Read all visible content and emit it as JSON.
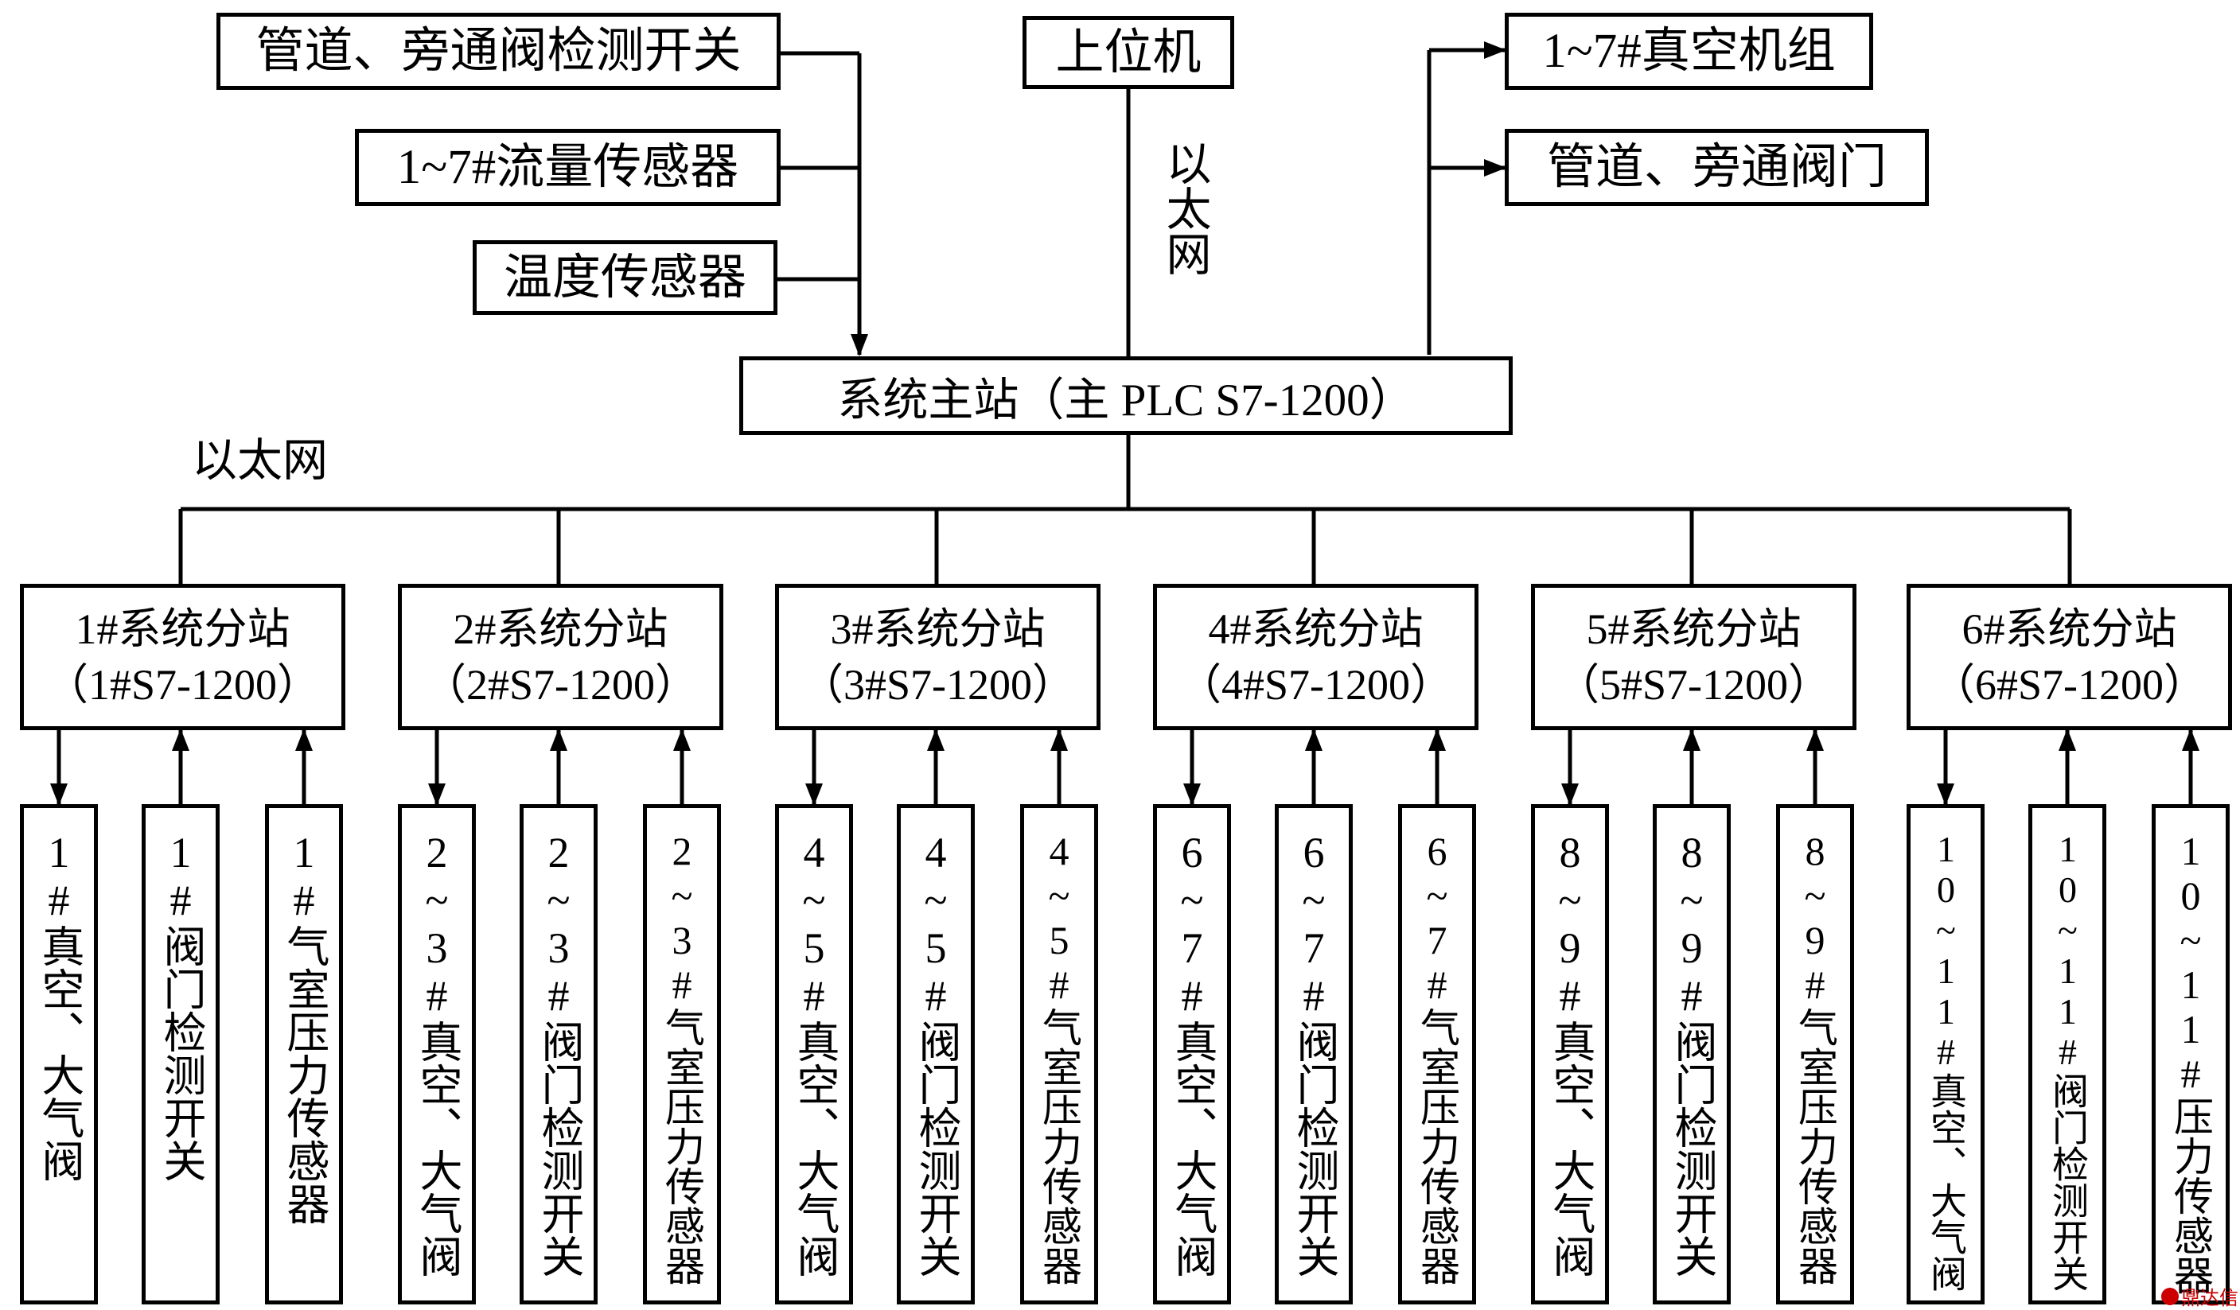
{
  "top": {
    "inputs": [
      "管道、旁通阀检测开关",
      "1~7#流量传感器",
      "温度传感器"
    ],
    "host": "上位机",
    "host_link": "以太网",
    "outputs": [
      "1~7#真空机组",
      "管道、旁通阀门"
    ]
  },
  "master": {
    "label": "系统主站（主 PLC S7-1200）"
  },
  "bus_label": "以太网",
  "stations": [
    {
      "name": "1#系统分站",
      "plc": "（1#S7-1200）",
      "devices": [
        "1#真空、大气阀",
        "1#阀门检测开关",
        "1#气室压力传感器"
      ]
    },
    {
      "name": "2#系统分站",
      "plc": "（2#S7-1200）",
      "devices": [
        "2~3#真空、大气阀",
        "2~3#阀门检测开关",
        "2~3#气室压力传感器"
      ]
    },
    {
      "name": "3#系统分站",
      "plc": "（3#S7-1200）",
      "devices": [
        "4~5#真空、大气阀",
        "4~5#阀门检测开关",
        "4~5#气室压力传感器"
      ]
    },
    {
      "name": "4#系统分站",
      "plc": "（4#S7-1200）",
      "devices": [
        "6~7#真空、大气阀",
        "6~7#阀门检测开关",
        "6~7#气室压力传感器"
      ]
    },
    {
      "name": "5#系统分站",
      "plc": "（5#S7-1200）",
      "devices": [
        "8~9#真空、大气阀",
        "8~9#阀门检测开关",
        "8~9#气室压力传感器"
      ]
    },
    {
      "name": "6#系统分站",
      "plc": "（6#S7-1200）",
      "devices": [
        "10~11#真空、大气阀",
        "10~11#阀门检测开关",
        "10~11#压力传感器"
      ]
    }
  ],
  "watermark": "鼎达信"
}
